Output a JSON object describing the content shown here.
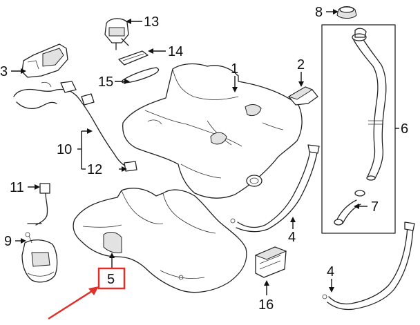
{
  "diagram": {
    "callouts": {
      "c1": "1",
      "c2": "2",
      "c3": "3",
      "c4a": "4",
      "c4b": "4",
      "c5": "5",
      "c6": "6",
      "c7": "7",
      "c8": "8",
      "c9": "9",
      "c10": "10",
      "c11": "11",
      "c12": "12",
      "c13": "13",
      "c14": "14",
      "c15": "15",
      "c16": "16"
    },
    "colors": {
      "highlight_box": "#e0302a",
      "pointer_arrow": "#e0302a",
      "line_art": "#222222",
      "background": "#ffffff"
    }
  }
}
